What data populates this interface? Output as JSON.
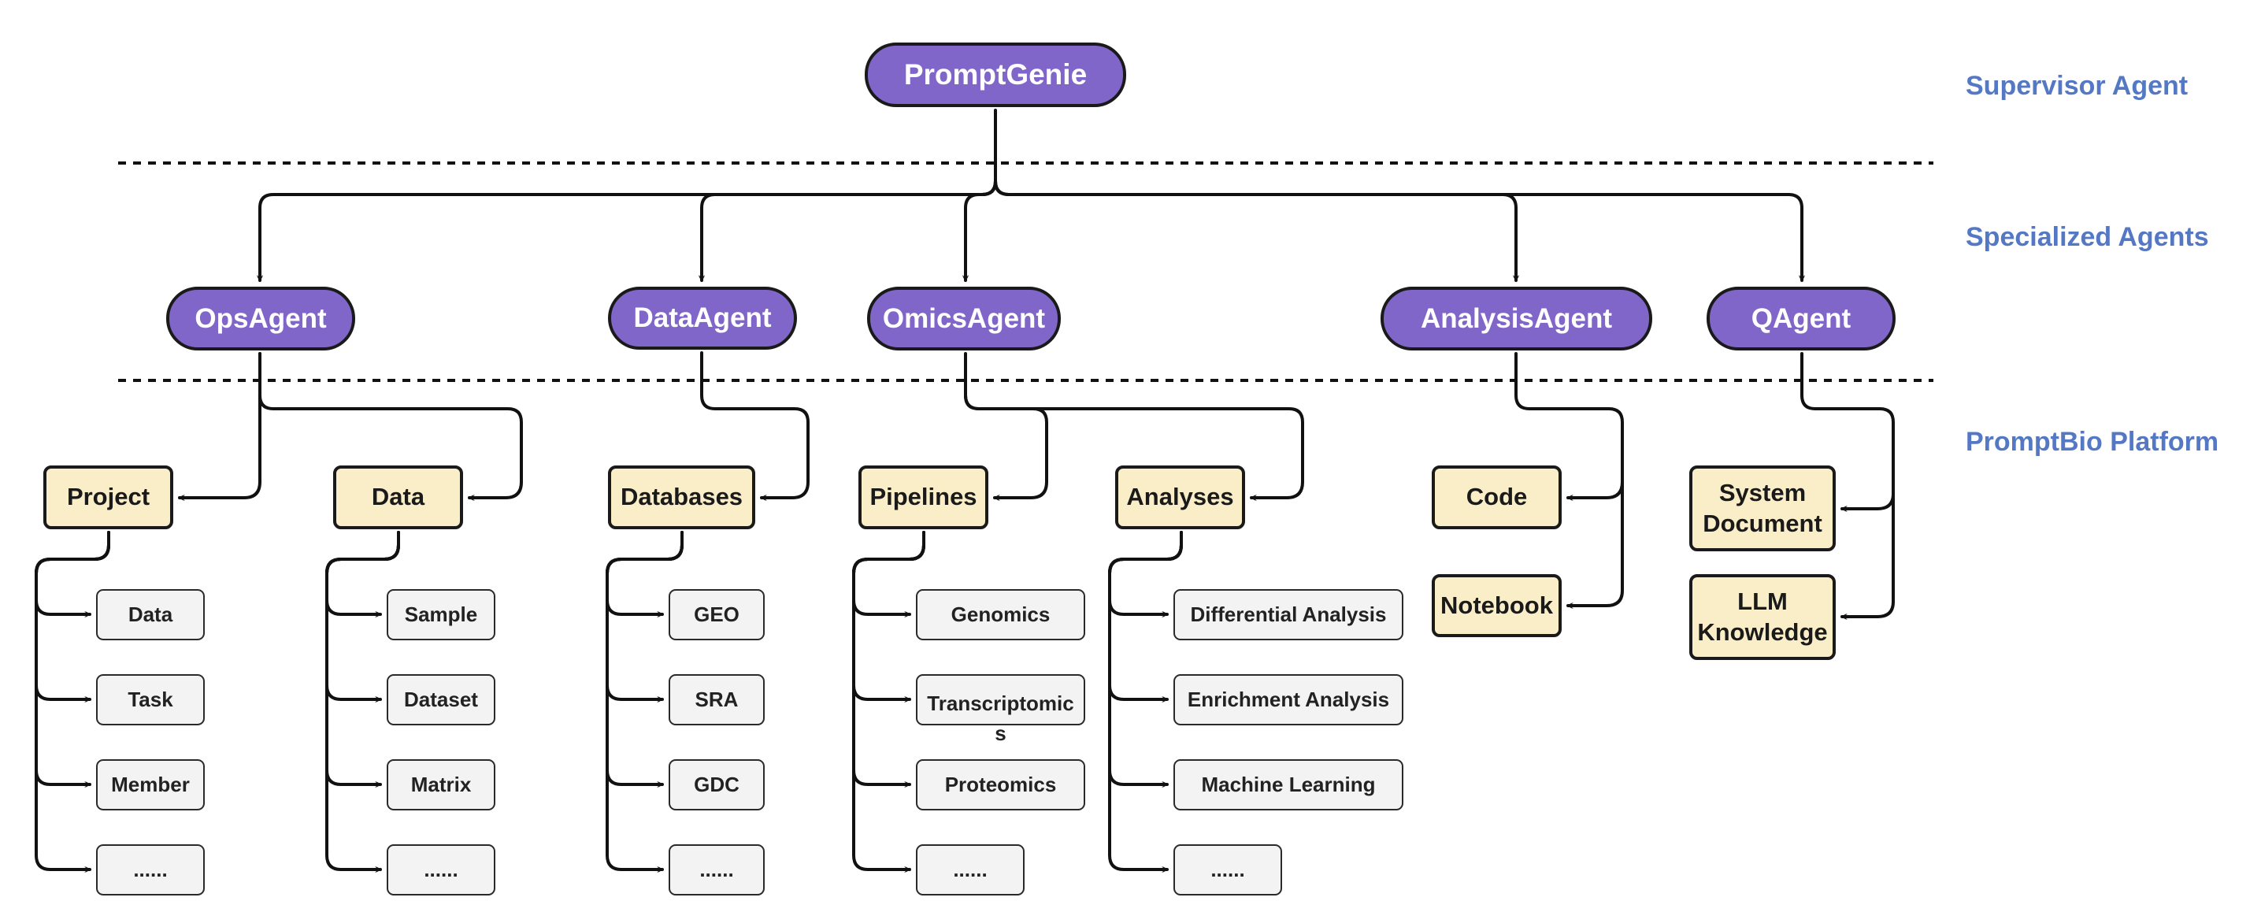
{
  "layers": {
    "supervisor": "Supervisor Agent",
    "specialized": "Specialized Agents",
    "platform": "PromptBio Platform"
  },
  "supervisor": "PromptGenie",
  "agents": {
    "ops": "OpsAgent",
    "data": "DataAgent",
    "omics": "OmicsAgent",
    "analysis": "AnalysisAgent",
    "q": "QAgent"
  },
  "categories": {
    "project": "Project",
    "data": "Data",
    "databases": "Databases",
    "pipelines": "Pipelines",
    "analyses": "Analyses",
    "code": "Code",
    "notebook": "Notebook",
    "system_document": "System Document",
    "llm_knowledge": "LLM Knowledge"
  },
  "leaves": {
    "project": [
      "Data",
      "Task",
      "Member",
      "......"
    ],
    "data": [
      "Sample",
      "Dataset",
      "Matrix",
      "......"
    ],
    "databases": [
      "GEO",
      "SRA",
      "GDC",
      "......"
    ],
    "pipelines": [
      "Genomics",
      "Transcriptomics",
      "Proteomics",
      "......"
    ],
    "analyses": [
      "Differential Analysis",
      "Enrichment Analysis",
      "Machine Learning",
      "......"
    ]
  },
  "colors": {
    "agent_fill": "#8066c8",
    "category_fill": "#faeec8",
    "leaf_fill": "#f3f3f3",
    "layer_label": "#5478c4",
    "line": "#111111"
  }
}
